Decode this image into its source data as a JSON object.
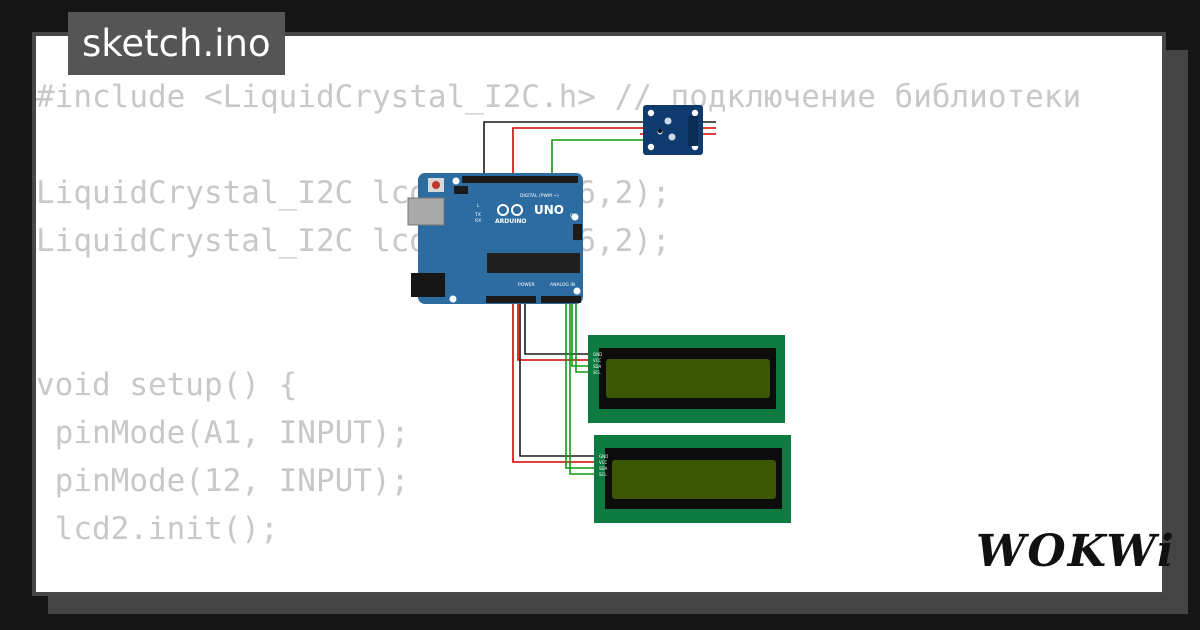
{
  "tab": {
    "filename": "sketch.ino"
  },
  "code_lines": [
    "#include <LiquidCrystal_I2C.h> // подключение библиотеки",
    "",
    "LiquidCrystal_I2C lcd1(0x27,16,2);",
    "LiquidCrystal_I2C lcd2(0x26,16,2);",
    "",
    "",
    "void setup() {",
    " pinMode(A1, INPUT);",
    " pinMode(12, INPUT);",
    " lcd2.init();"
  ],
  "board": {
    "brand": "ARDUINO",
    "model": "UNO",
    "digital_label": "DIGITAL (PWM ~)",
    "power_label": "POWER",
    "analog_label": "ANALOG IN",
    "on_label": "ON",
    "tx_label": "TX",
    "rx_label": "RX",
    "l_label": "L"
  },
  "lcd_pins": [
    "GND",
    "VCC",
    "SDA",
    "SCL"
  ],
  "branding": {
    "logo": "WOKWi"
  },
  "colors": {
    "background": "#151515",
    "card": "#ffffff",
    "code_text": "#c8c8c8",
    "tab_bg": "#555555",
    "board_blue": "#2d6ca0",
    "lcd_green": "#0d7a40",
    "lcd_screen": "#3b5600",
    "wire_black": "#1a1a1a",
    "wire_red": "#d40000",
    "wire_green": "#119911",
    "sensor_navy": "#0e3a6e"
  }
}
